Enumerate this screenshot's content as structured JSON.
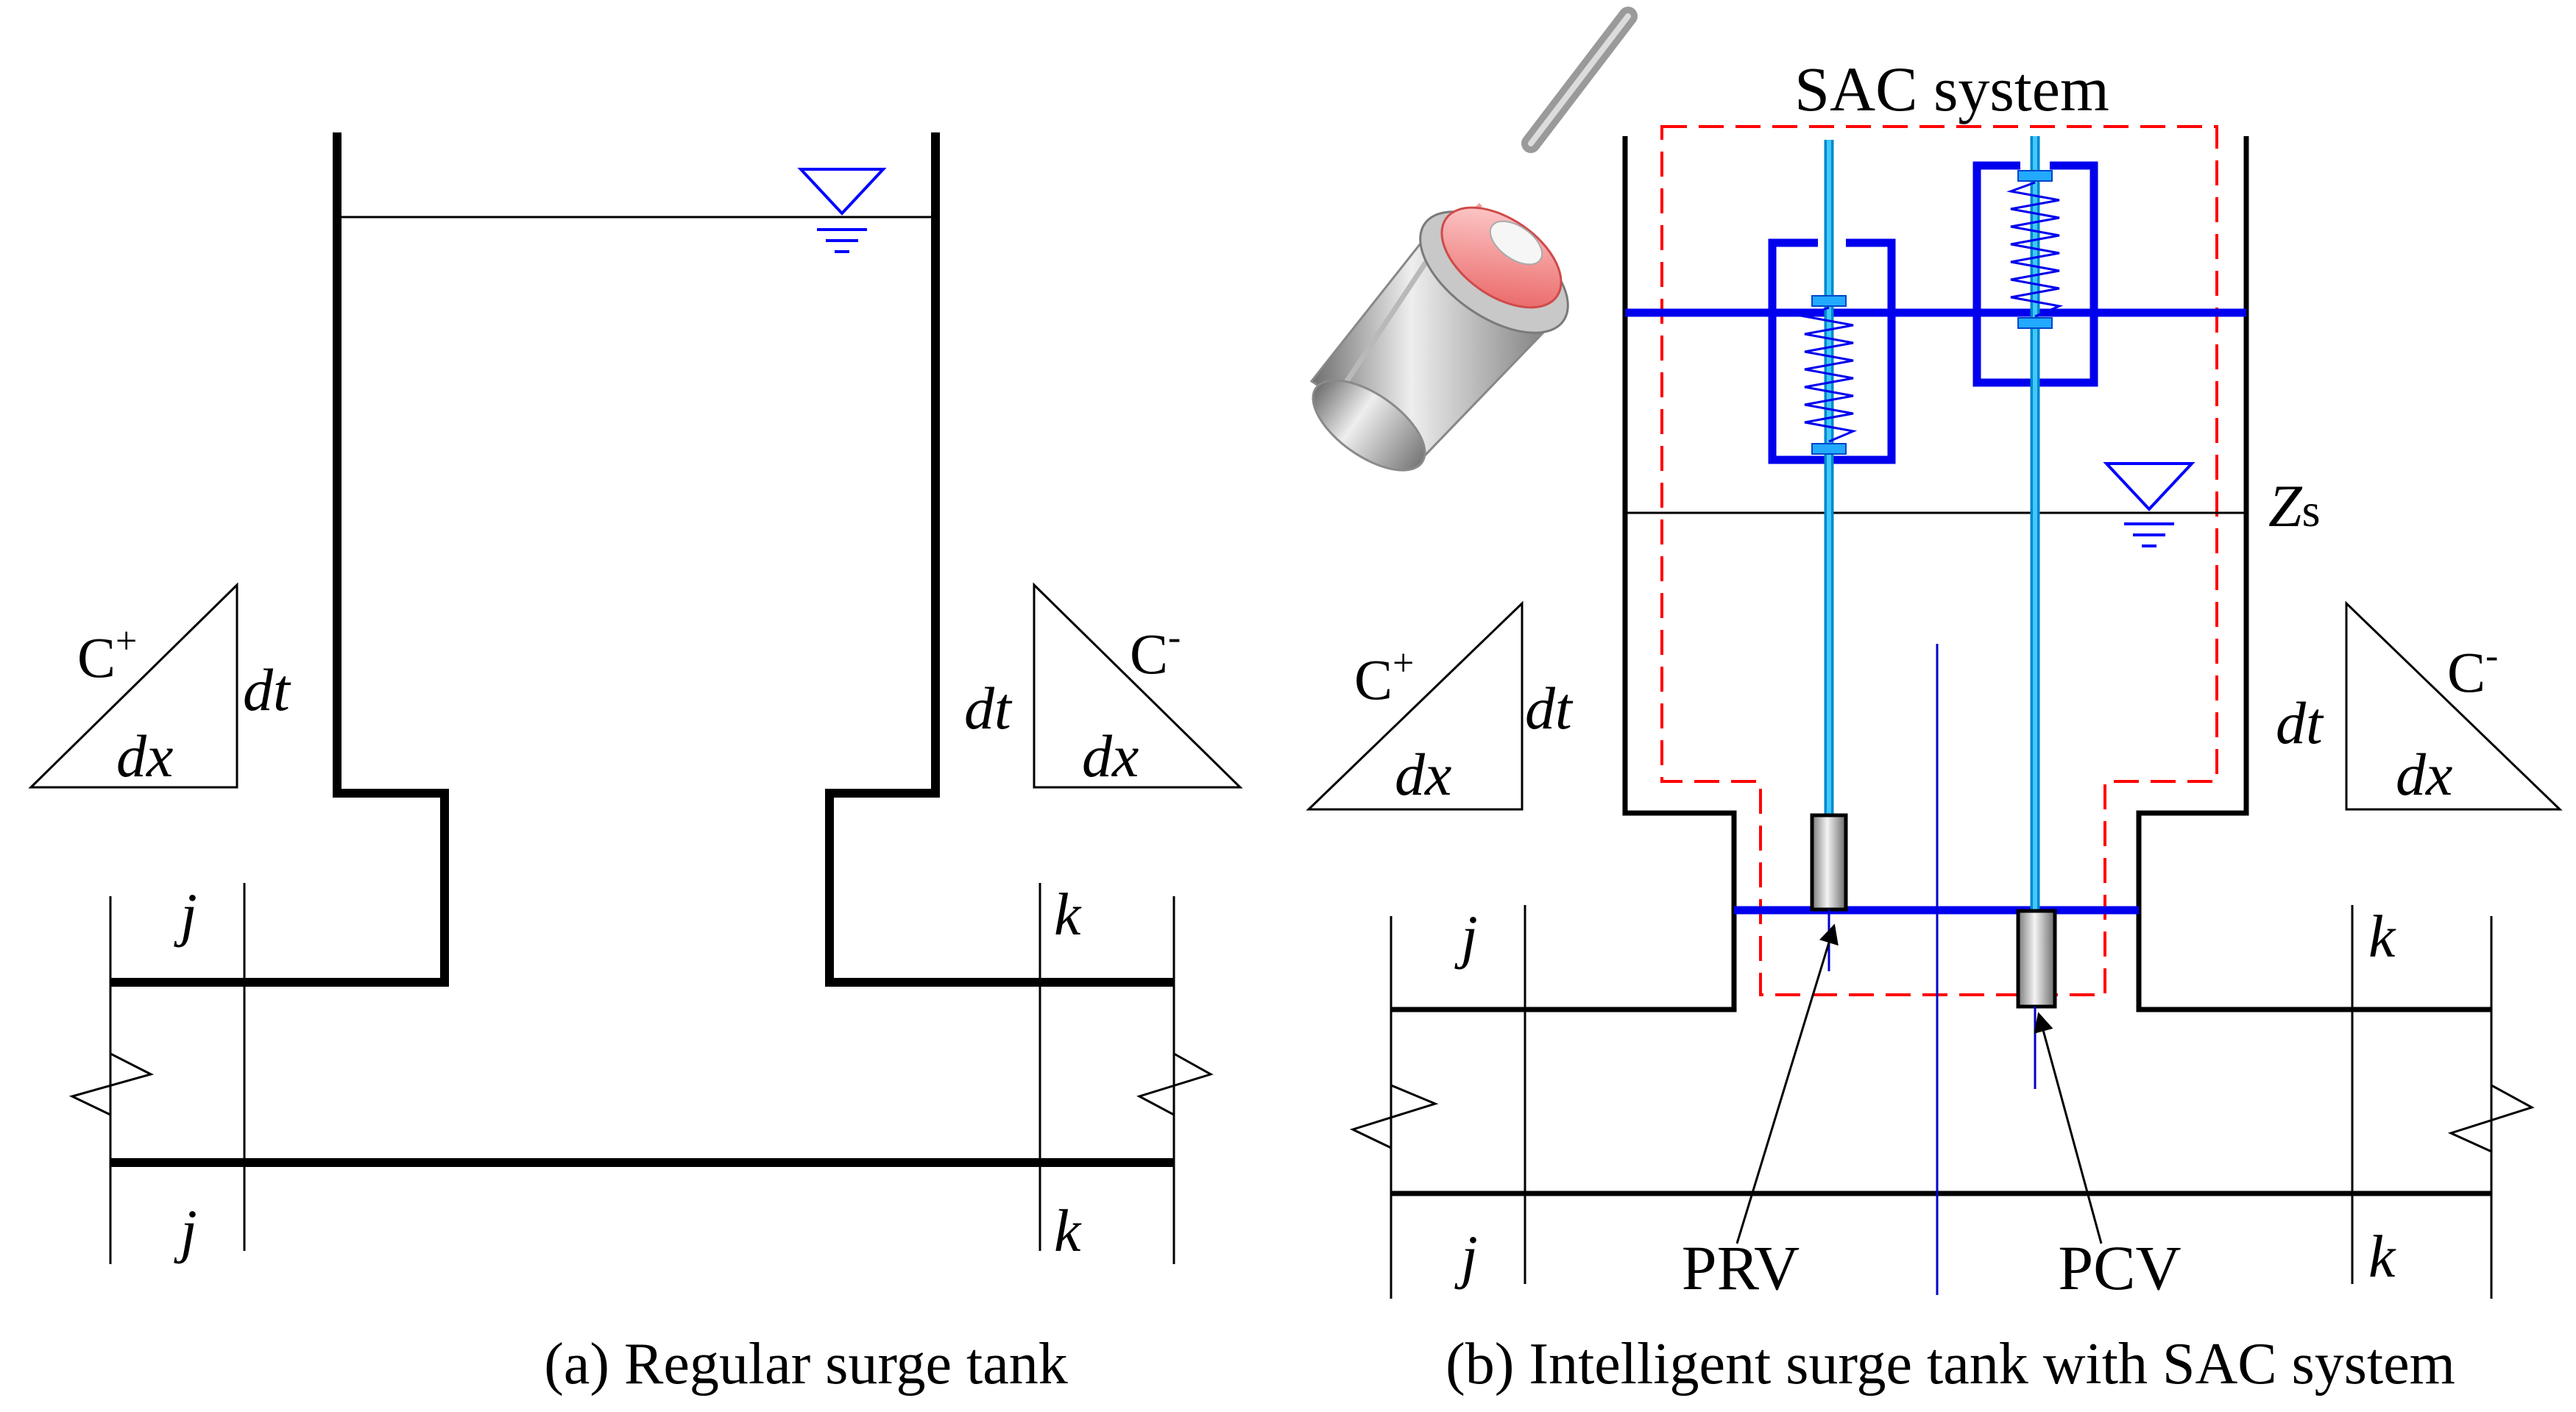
{
  "panel_a": {
    "caption": "(a) Regular surge tank",
    "char_left": {
      "curve": "C",
      "sign": "+",
      "dt": "dt",
      "dx": "dx"
    },
    "char_right": {
      "curve": "C",
      "sign": "-",
      "dt": "dt",
      "dx": "dx"
    },
    "node_j_top": "j",
    "node_j_bottom": "j",
    "node_k_top": "k",
    "node_k_bottom": "k"
  },
  "panel_b": {
    "caption": "(b) Intelligent surge tank with SAC system",
    "system_label": "SAC system",
    "water_level_base": "Z",
    "water_level_sub": "s",
    "prv_label": "PRV",
    "pcv_label": "PCV",
    "char_left": {
      "curve": "C",
      "sign": "+",
      "dt": "dt",
      "dx": "dx"
    },
    "char_right": {
      "curve": "C",
      "sign": "-",
      "dt": "dt",
      "dx": "dx"
    },
    "node_j_top": "j",
    "node_j_bottom": "j",
    "node_k_top": "k",
    "node_k_bottom": "k"
  },
  "colors": {
    "wall": "#000000",
    "water_symbol": "#0000ff",
    "valve_frame": "#0000ee",
    "rod": "#00aaee",
    "sac_boundary": "#ff0000"
  }
}
